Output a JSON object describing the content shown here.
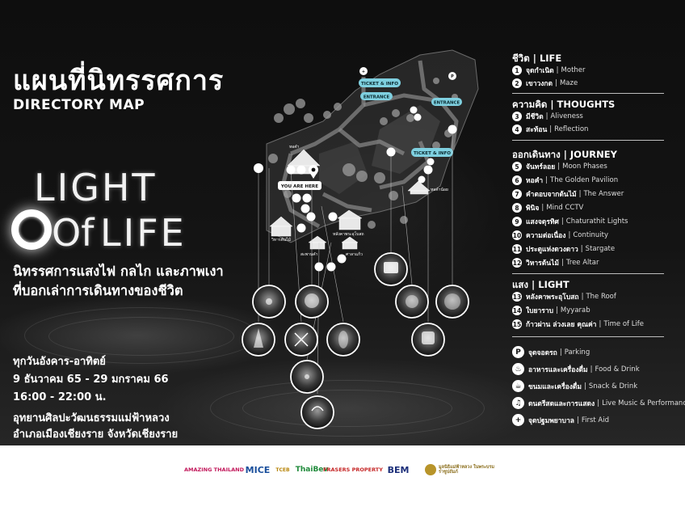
{
  "title": {
    "thai": "แผนที่นิทรรศการ",
    "english": "DIRECTORY MAP"
  },
  "logo": {
    "line1": "LIGHT",
    "line2_of": "Of",
    "line2_life": "LIFE"
  },
  "tagline": {
    "line1": "นิทรรศการแสงไฟ กลไก และภาพเงา",
    "line2": "ที่บอกเล่าการเดินทางของชีวิต"
  },
  "schedule": {
    "days": "ทุกวันอังคาร-อาทิตย์",
    "dates": "9 ธันวาคม 65 - 29 มกราคม 66",
    "hours": "16:00 - 22:00 น."
  },
  "venue": {
    "line1": "อุทยานศิลปะวัฒนธรรมแม่ฟ้าหลวง",
    "line2": "อำเภอเมืองเชียงราย จังหวัดเชียงราย"
  },
  "map": {
    "ticket_top": "TICKET & INFO",
    "entrance_left": "ENTRANCE",
    "entrance_right": "ENTRANCE",
    "ticket_right": "TICKET & INFO",
    "you_are_here": "YOU ARE HERE",
    "building_label_1": "หอคำ",
    "building_label_2": "หอคำน้อย",
    "building_label_3": "หลังคาพระอุโบสถ",
    "building_label_4": "วิหารต้นไม้",
    "building_label_5": "สะพานคำ",
    "building_label_6": "ศาลาแก้ว"
  },
  "legend": {
    "sections": [
      {
        "heading": "ชีวิต | LIFE",
        "items": [
          {
            "num": "1",
            "thai": "จุดกำเนิด",
            "english": "Mother"
          },
          {
            "num": "2",
            "thai": "เขาวงกต",
            "english": "Maze"
          }
        ]
      },
      {
        "heading": "ความคิด | THOUGHTS",
        "items": [
          {
            "num": "3",
            "thai": "มีชีวิต",
            "english": "Aliveness"
          },
          {
            "num": "4",
            "thai": "สะท้อน",
            "english": "Reflection"
          }
        ]
      },
      {
        "heading": "ออกเดินทาง | JOURNEY",
        "items": [
          {
            "num": "5",
            "thai": "จันทร์ลอย",
            "english": "Moon Phases"
          },
          {
            "num": "6",
            "thai": "หอคำ",
            "english": "The Golden Pavilion"
          },
          {
            "num": "7",
            "thai": "คำตอบจากต้นไม้",
            "english": "The Answer"
          },
          {
            "num": "8",
            "thai": "พินิจ",
            "english": "Mind CCTV"
          },
          {
            "num": "9",
            "thai": "แสงจตุรทิศ",
            "english": "Chaturathit Lights"
          },
          {
            "num": "10",
            "thai": "ความต่อเนื่อง",
            "english": "Continuity"
          },
          {
            "num": "11",
            "thai": "ประตูแห่งดวงดาว",
            "english": "Stargate"
          },
          {
            "num": "12",
            "thai": "วิหารต้นไม้",
            "english": "Tree Altar"
          }
        ]
      },
      {
        "heading": "แสง | LIGHT",
        "items": [
          {
            "num": "13",
            "thai": "หลังคาพระอุโบสถ",
            "english": "The Roof"
          },
          {
            "num": "14",
            "thai": "ใบยาราบ",
            "english": "Myyarab"
          },
          {
            "num": "15",
            "thai": "ก้าวผ่าน ล่วงเลย คุณค่า",
            "english": "Time of Life"
          }
        ]
      }
    ],
    "facilities": [
      {
        "icon": "P",
        "icon_name": "parking-icon",
        "thai": "จุดจอดรถ",
        "english": "Parking"
      },
      {
        "icon": "♨",
        "icon_name": "food-drink-icon",
        "thai": "อาหารและเครื่องดื่ม",
        "english": "Food & Drink"
      },
      {
        "icon": "☕",
        "icon_name": "snack-drink-icon",
        "thai": "ขนมและเครื่องดื่ม",
        "english": "Snack & Drink"
      },
      {
        "icon": "♫",
        "icon_name": "live-music-icon",
        "thai": "ดนตรีสดและการแสดง",
        "english": "Live Music & Performance"
      },
      {
        "icon": "+",
        "icon_name": "first-aid-icon",
        "thai": "จุดปฐมพยาบาล",
        "english": "First Aid"
      }
    ]
  },
  "sponsors": [
    {
      "name": "AMAZING THAILAND",
      "color": "#c2185b"
    },
    {
      "name": "MICE",
      "color": "#1a4f9c"
    },
    {
      "name": "TCEB",
      "color": "#b8860b"
    },
    {
      "name": "ThaiBev",
      "color": "#1f8a3a"
    },
    {
      "name": "FRASERS PROPERTY",
      "color": "#c62828"
    },
    {
      "name": "BEM",
      "color": "#1c2f7a"
    },
    {
      "name": "มูลนิธิแม่ฟ้าหลวง ในพระบรมราชูปถัมภ์",
      "color": "#8a6d1a"
    }
  ]
}
